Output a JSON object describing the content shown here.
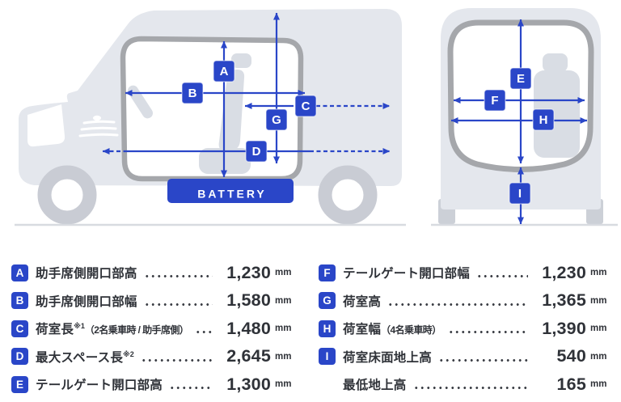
{
  "colors": {
    "accent_blue": "#2a46c8",
    "vehicle_body_gray": "#e4e7ed",
    "opening_frame_gray": "#a5a7ab",
    "wheel_gray": "#c9ccd4",
    "text_ink": "#2f3238"
  },
  "markers": {
    "a": "A",
    "b": "B",
    "c": "C",
    "d": "D",
    "e": "E",
    "f": "F",
    "g": "G",
    "h": "H",
    "i": "I"
  },
  "battery_label": "BATTERY",
  "legend": {
    "unit": "mm",
    "left": [
      {
        "key": "A",
        "label": "助手席側開口部高",
        "sup": "",
        "note": "",
        "value": "1,230"
      },
      {
        "key": "B",
        "label": "助手席側開口部幅",
        "sup": "",
        "note": "",
        "value": "1,580"
      },
      {
        "key": "C",
        "label": "荷室長",
        "sup": "※1",
        "note": "（2名乗車時 / 助手席側）",
        "value": "1,480"
      },
      {
        "key": "D",
        "label": "最大スペース長",
        "sup": "※2",
        "note": "",
        "value": "2,645"
      },
      {
        "key": "E",
        "label": "テールゲート開口部高",
        "sup": "",
        "note": "",
        "value": "1,300"
      }
    ],
    "right": [
      {
        "key": "F",
        "label": "テールゲート開口部幅",
        "sup": "",
        "note": "",
        "value": "1,230"
      },
      {
        "key": "G",
        "label": "荷室高",
        "sup": "",
        "note": "",
        "value": "1,365"
      },
      {
        "key": "H",
        "label": "荷室幅",
        "sup": "",
        "note": "（4名乗車時）",
        "value": "1,390"
      },
      {
        "key": "I",
        "label": "荷室床面地上高",
        "sup": "",
        "note": "",
        "value": "540"
      },
      {
        "key": "",
        "label": "最低地上高",
        "sup": "",
        "note": "",
        "value": "165"
      }
    ]
  }
}
